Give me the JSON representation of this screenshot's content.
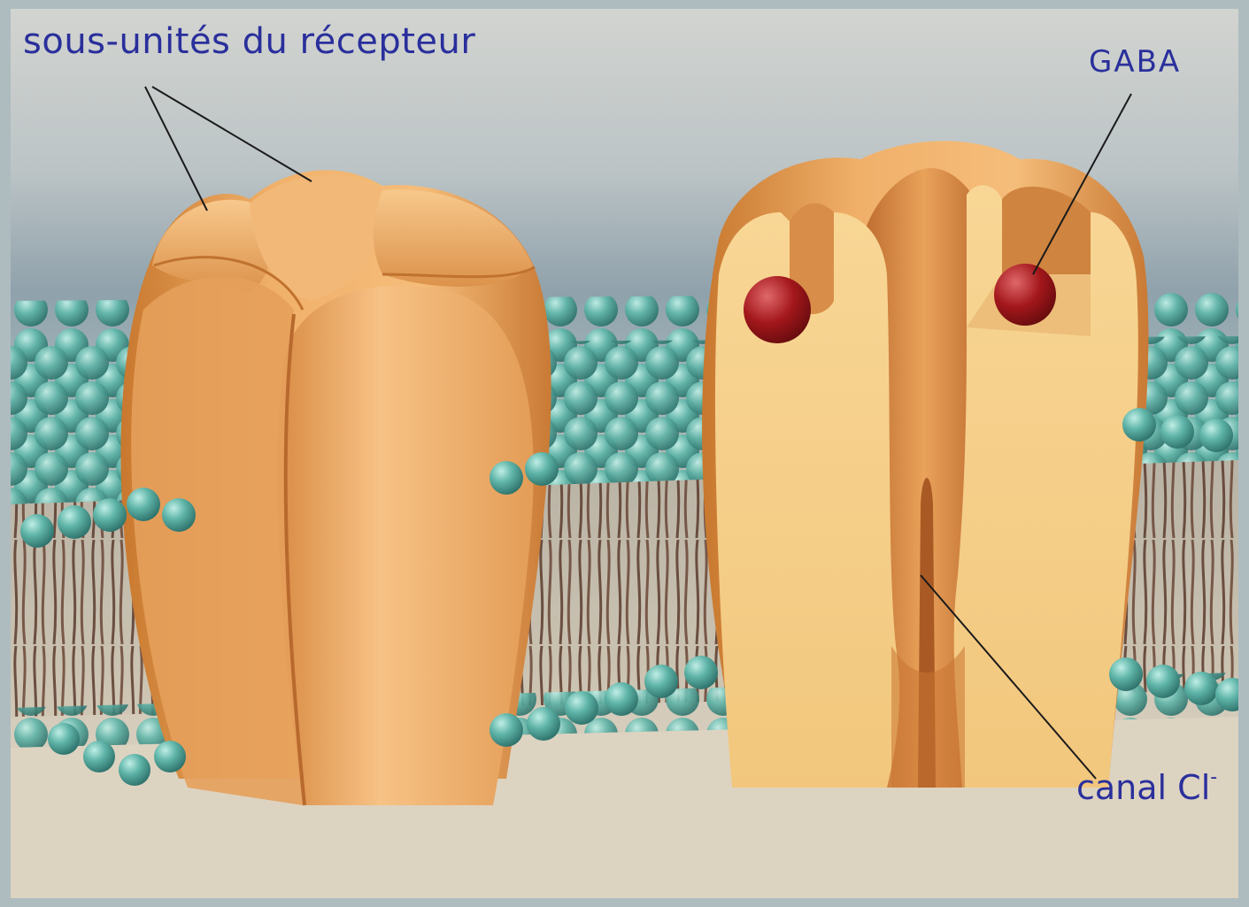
{
  "labels": {
    "subunits": "sous-unités du récepteur",
    "gaba": "GABA",
    "canal": "canal Cl",
    "canal_charge": "-"
  },
  "colors": {
    "label_text": "#2a2f9c",
    "protein": "#e9a45a",
    "protein_cut_face": "#f5cf88",
    "gaba_molecule": "#a3171b",
    "lipid_head": "#4fa79c",
    "lipid_tail": "#5a3a2c",
    "background_top": "#cfd2cf",
    "background_mid": "#8ea2ad",
    "background_floor": "#ddd2bf"
  },
  "icons": {
    "intact_receptor": "gaba-a-receptor-icon",
    "cutaway_receptor": "gaba-a-receptor-cutaway-icon",
    "membrane": "lipid-bilayer-icon",
    "ligand": "gaba-molecule-icon"
  }
}
